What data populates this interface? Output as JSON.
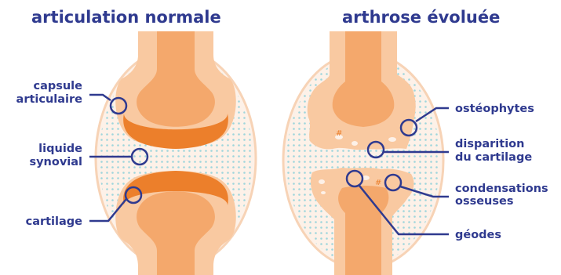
{
  "colors": {
    "navy": "#2f3a8f",
    "bone_light": "#f9c9a1",
    "bone_mid": "#f4a86c",
    "bone_dark": "#ec7f2b",
    "capsule_fill": "#fdf1e8",
    "capsule_line": "#f7d3b6",
    "synovial_dots": "#9fd6dc"
  },
  "titles": {
    "left": "articulation normale",
    "right": "arthrose évoluée"
  },
  "labels_left": {
    "capsule_l1": "capsule",
    "capsule_l2": "articulaire",
    "liquide_l1": "liquide",
    "liquide_l2": "synovial",
    "cartilage": "cartilage"
  },
  "labels_right": {
    "osteophytes": "ostéophytes",
    "disparition_l1": "disparition",
    "disparition_l2": "du cartilage",
    "condensations_l1": "condensations",
    "condensations_l2": "osseuses",
    "geodes": "géodes"
  }
}
